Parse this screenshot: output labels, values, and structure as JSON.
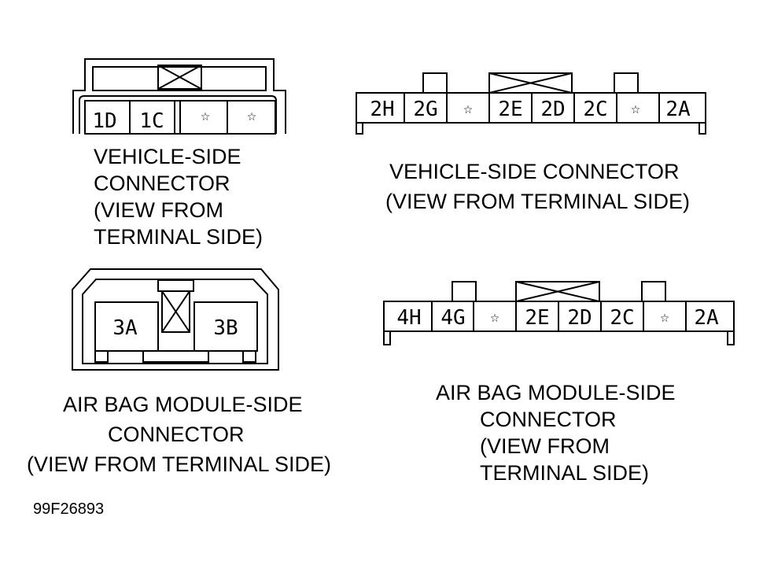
{
  "connectors": {
    "top_left": {
      "pins": [
        "1D",
        "1C",
        "☆",
        "☆"
      ],
      "caption": [
        "VEHICLE-SIDE",
        "CONNECTOR",
        "(VIEW FROM",
        "TERMINAL SIDE)"
      ]
    },
    "top_right": {
      "pins": [
        "2H",
        "2G",
        "☆",
        "2E",
        "2D",
        "2C",
        "☆",
        "2A"
      ],
      "caption": [
        "VEHICLE-SIDE CONNECTOR",
        "(VIEW FROM TERMINAL SIDE)"
      ]
    },
    "bottom_left": {
      "pins": [
        "3A",
        "3B"
      ],
      "caption": [
        "AIR BAG MODULE-SIDE",
        "CONNECTOR",
        "(VIEW FROM TERMINAL SIDE)"
      ]
    },
    "bottom_right": {
      "pins": [
        "4H",
        "4G",
        "☆",
        "2E",
        "2D",
        "2C",
        "☆",
        "2A"
      ],
      "caption": [
        "AIR BAG MODULE-SIDE",
        "CONNECTOR",
        "(VIEW FROM",
        "TERMINAL SIDE)"
      ]
    }
  },
  "figure_code": "99F26893"
}
